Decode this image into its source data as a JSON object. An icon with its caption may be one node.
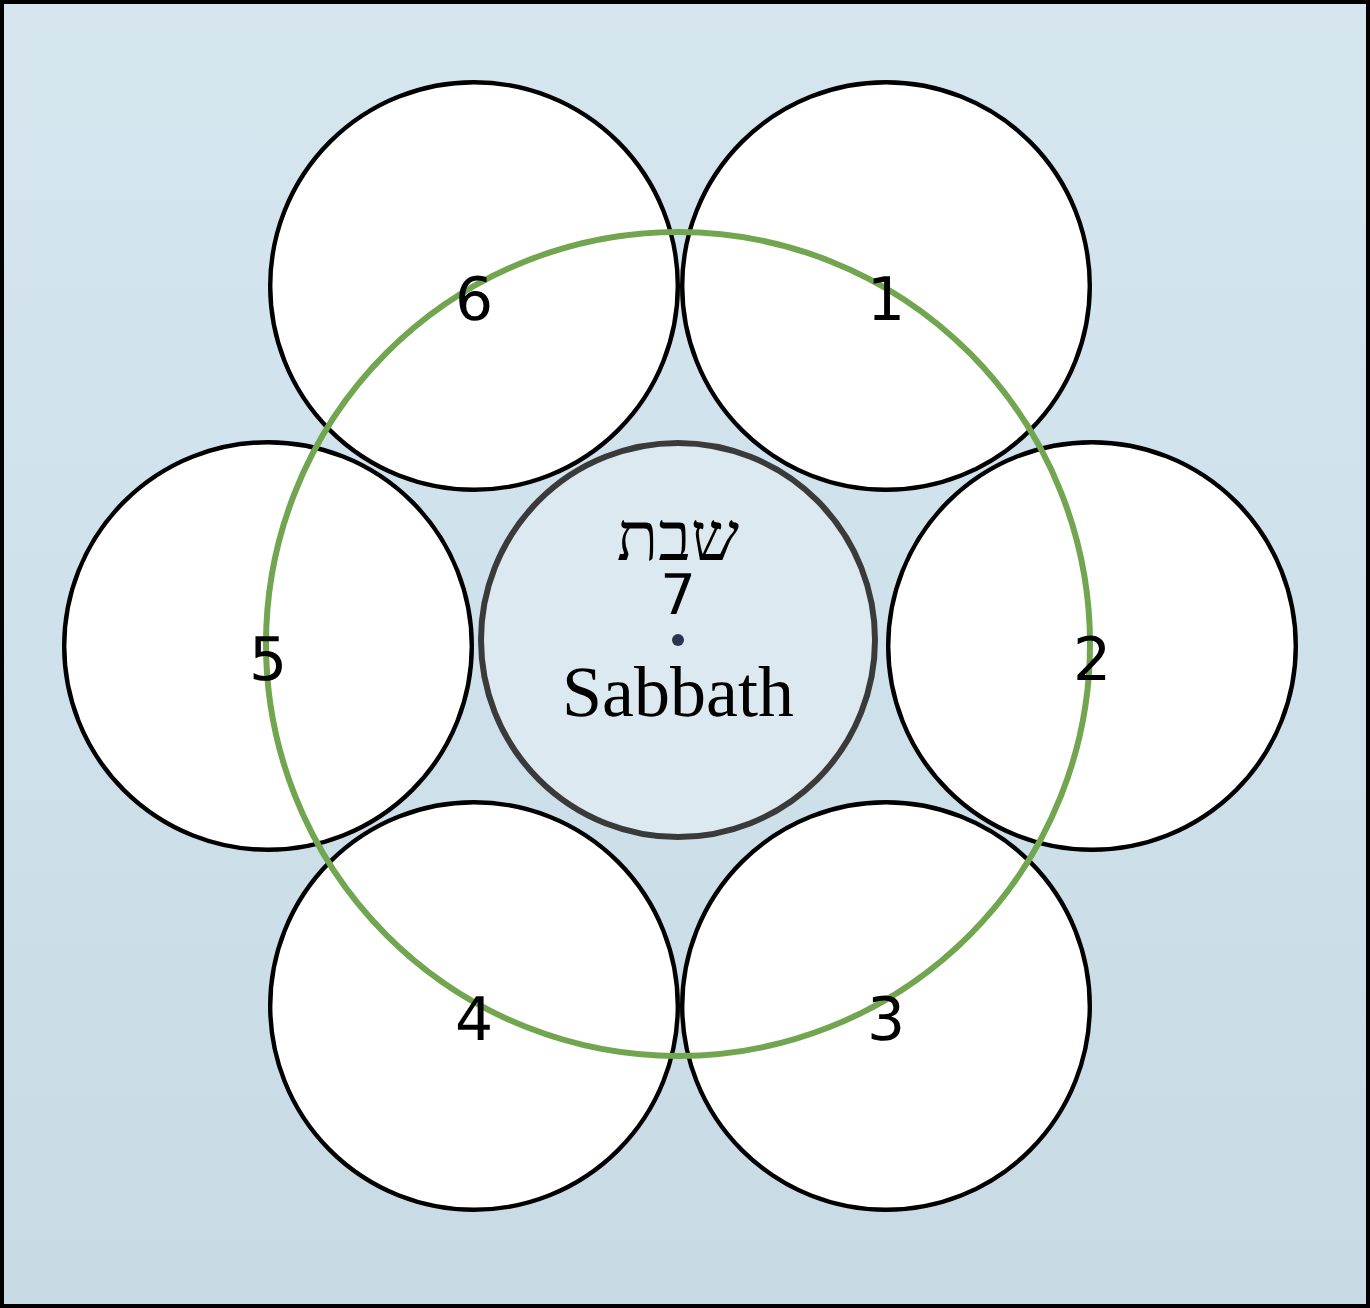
{
  "diagram": {
    "nodes": [
      {
        "text": [
          "6"
        ]
      },
      {
        "text": [
          "1"
        ]
      },
      {
        "text": [
          "5"
        ]
      },
      {
        "text": [
          "שבת",
          "7",
          "Sabbath"
        ]
      },
      {
        "text": [
          "2"
        ]
      },
      {
        "text": [
          "4"
        ]
      },
      {
        "text": [
          "3"
        ]
      }
    ]
  }
}
